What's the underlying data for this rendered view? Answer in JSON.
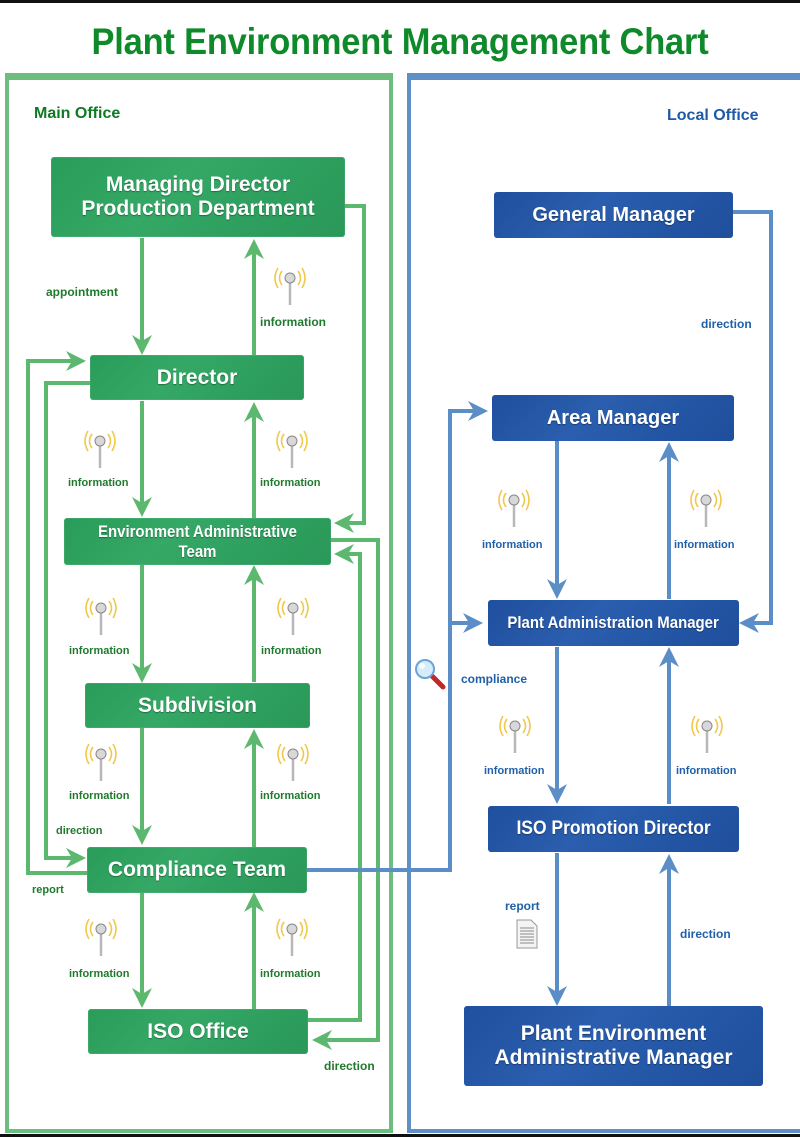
{
  "title": "Plant Environment Management Chart",
  "colors": {
    "title": "#0e8a2a",
    "main_accent": "#6dbd7f",
    "main_node": "#2e9f5e",
    "main_text": "#1f7a2c",
    "local_accent": "#5f8fc4",
    "local_node": "#2456a6",
    "local_text": "#2060a8"
  },
  "main_office": {
    "label": "Main Office",
    "nodes": [
      {
        "id": "managing-director",
        "label": "Managing Director\nProduction Department"
      },
      {
        "id": "director",
        "label": "Director"
      },
      {
        "id": "environment-admin-team",
        "label": "Environment Administrative Team"
      },
      {
        "id": "subdivision",
        "label": "Subdivision"
      },
      {
        "id": "compliance-team",
        "label": "Compliance Team"
      },
      {
        "id": "iso-office",
        "label": "ISO Office"
      }
    ],
    "edge_labels": {
      "appointment": "appointment",
      "info_md": "information",
      "info_dir_down": "information",
      "info_dir_up": "information",
      "info_env_down": "information",
      "info_env_up": "information",
      "info_sub_down": "information",
      "info_sub_up": "information",
      "direction_left": "direction",
      "report_left": "report",
      "info_comp_down": "information",
      "info_comp_up": "information",
      "direction_iso": "direction"
    }
  },
  "local_office": {
    "label": "Local Office",
    "nodes": [
      {
        "id": "general-manager",
        "label": "General Manager"
      },
      {
        "id": "area-manager",
        "label": "Area Manager"
      },
      {
        "id": "plant-admin-manager",
        "label": "Plant Administration Manager"
      },
      {
        "id": "iso-promotion-director",
        "label": "ISO Promotion Director"
      },
      {
        "id": "plant-env-admin-manager",
        "label": "Plant Environment\nAdministrative Manager"
      }
    ],
    "edge_labels": {
      "direction_gm": "direction",
      "info_area_down": "information",
      "info_area_up": "information",
      "compliance": "compliance",
      "info_pam_down": "information",
      "info_pam_up": "information",
      "report": "report",
      "direction_bottom": "direction"
    }
  }
}
